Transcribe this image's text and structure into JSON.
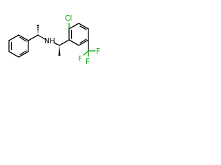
{
  "molecule": {
    "atoms": {
      "chlorine": "Cl",
      "amine": "NH",
      "fluorine_1": "F",
      "fluorine_2": "F",
      "fluorine_3": "F"
    },
    "colors": {
      "bond": "#000000",
      "chlorine": "#00a000",
      "fluorine": "#00a000"
    }
  }
}
